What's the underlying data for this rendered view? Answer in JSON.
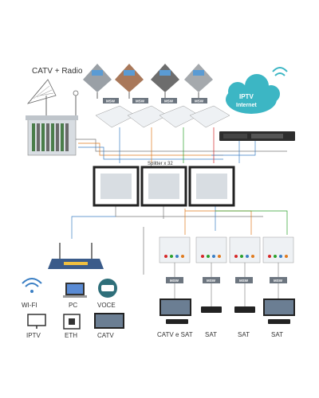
{
  "labels": {
    "catv_radio": "CATV + Radio",
    "iptv_internet": "IPTV Internet",
    "splitter": "Splitter x 32",
    "wifi": "WI-FI",
    "pc": "PC",
    "voce": "VOCE",
    "iptv": "IPTV",
    "eth": "ETH",
    "catv": "CATV",
    "catv_sat": "CATV e SAT",
    "sat1": "SAT",
    "sat2": "SAT",
    "sat3": "SAT"
  },
  "msw_labels": [
    "MSW",
    "MSW",
    "MSW",
    "MSW",
    "MSW",
    "MSW",
    "MSW",
    "MSW"
  ],
  "colors": {
    "cloud": "#3cb6c4",
    "dish_gray": "#9aa0a6",
    "dish_brown": "#a9785a",
    "dish_dark": "#6d6d6d",
    "switch_box": "#eef1f4",
    "line_blue": "#3b7fc4",
    "line_orange": "#e07b1f",
    "line_green": "#2ca02c",
    "line_red": "#d62728",
    "line_gray": "#777777"
  }
}
